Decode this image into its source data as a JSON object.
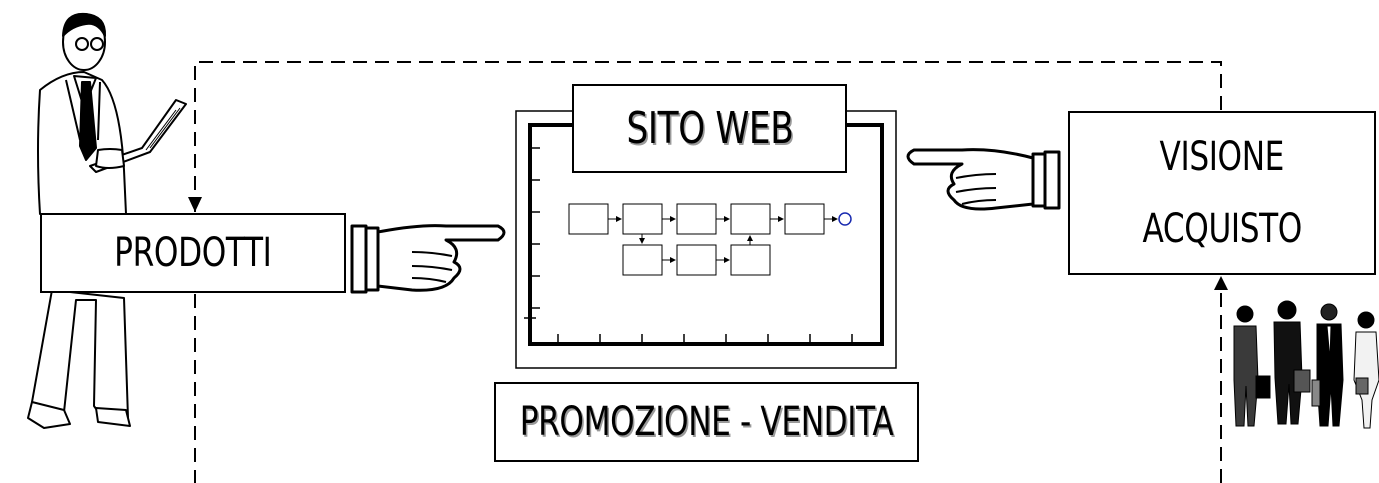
{
  "diagram": {
    "prodotti_label": "PRODOTTI",
    "sito_web_label": "SITO WEB",
    "promozione_label": "PROMOZIONE - VENDITA",
    "visione_label": "VISIONE",
    "acquisto_label": "ACQUISTO"
  }
}
